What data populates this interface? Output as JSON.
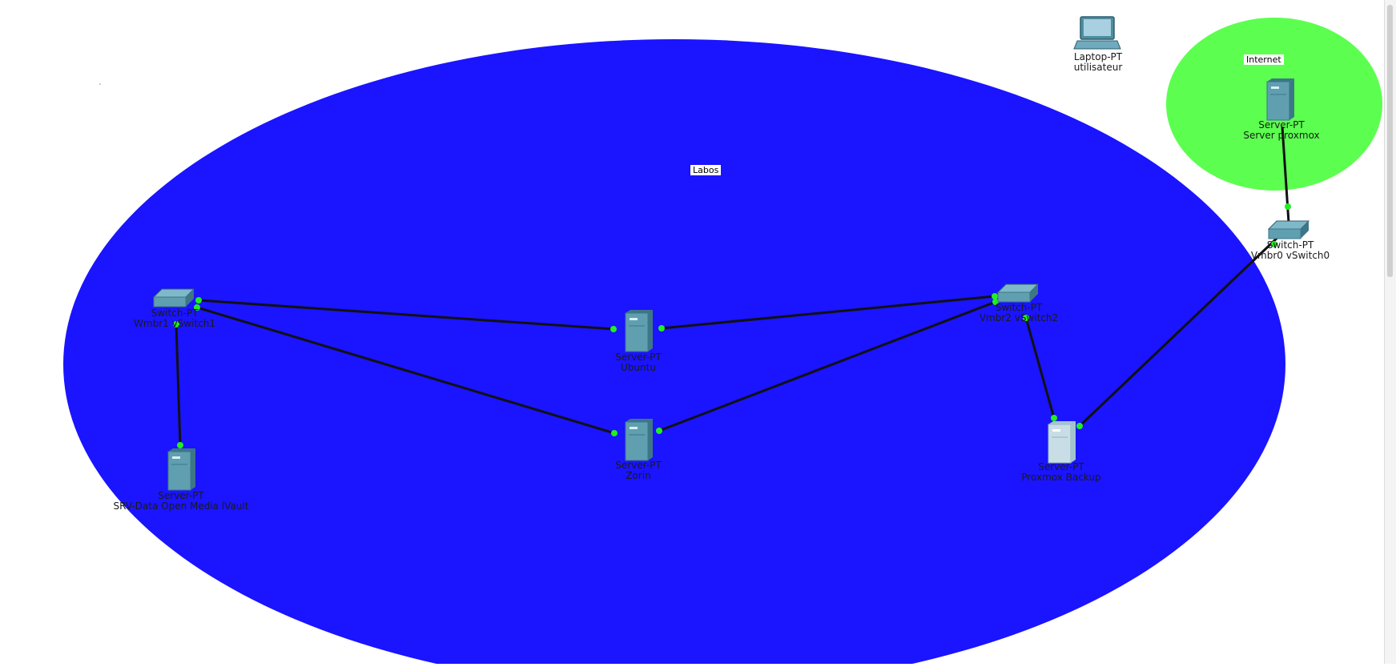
{
  "areas": {
    "labos": {
      "label": "Labos",
      "color": "#1a14ff"
    },
    "internet": {
      "label": "Internet",
      "color": "#5cff4f"
    }
  },
  "devices": {
    "laptop": {
      "type": "Laptop-PT",
      "name": "utilisateur"
    },
    "server_proxmox": {
      "type": "Server-PT",
      "name": "Server proxmox"
    },
    "switch0": {
      "type": "Switch-PT",
      "name": "Vmbr0 vSwitch0"
    },
    "switch1": {
      "type": "Switch-PT",
      "name": "Wmbr1 vSwitch1"
    },
    "switch2": {
      "type": "Switch-PT",
      "name": "Vmbr2 vSwitch2"
    },
    "ubuntu": {
      "type": "Server-PT",
      "name": "Ubuntu"
    },
    "zorin": {
      "type": "Server-PT",
      "name": "Zorin"
    },
    "srv_data": {
      "type": "Server-PT",
      "name": "SRV-Data Open Media lVault"
    },
    "proxmox_backup": {
      "type": "Server-PT",
      "name": "Proxmox Backup"
    }
  },
  "colors": {
    "link": "#111111",
    "port": "#22ee22",
    "device": "#5f9fb0",
    "device_dark": "#3d7787",
    "backup_device": "#c8dde5"
  }
}
